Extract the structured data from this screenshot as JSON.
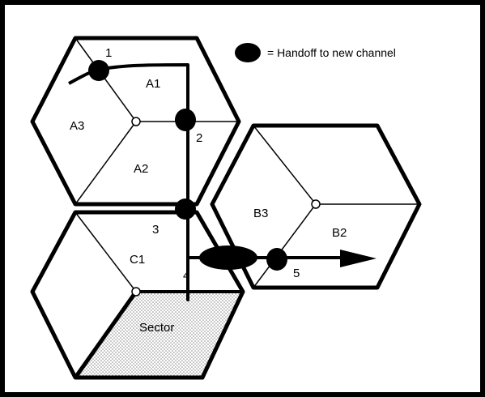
{
  "legend": {
    "marker_icon": "filled-ellipse",
    "text": "= Handoff to new channel"
  },
  "cells": {
    "A": {
      "sectors": [
        "A1",
        "A2",
        "A3"
      ]
    },
    "B": {
      "sectors": [
        "B2",
        "B3"
      ]
    },
    "C": {
      "sectors": [
        "C1"
      ],
      "shaded_sector_label": "Sector"
    }
  },
  "handoff_points": [
    "1",
    "2",
    "3",
    "4",
    "5"
  ],
  "colors": {
    "line": "#000000",
    "background": "#ffffff",
    "hatch": "#9a9a9a"
  }
}
